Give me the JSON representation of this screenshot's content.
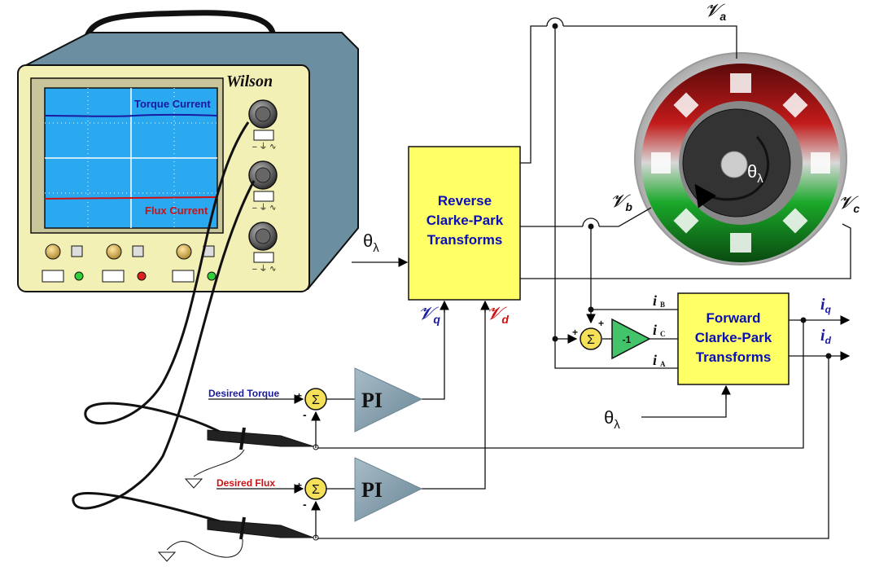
{
  "scope": {
    "brand": "Wilson",
    "trace1_label": "Torque Current",
    "trace2_label": "Flux Current"
  },
  "reverse_block": {
    "line1": "Reverse",
    "line2": "Clarke-Park",
    "line3": "Transforms"
  },
  "forward_block": {
    "line1": "Forward",
    "line2": "Clarke-Park",
    "line3": "Transforms"
  },
  "signals": {
    "theta": "θ",
    "theta_sub": "λ",
    "vq": "𝓥",
    "vq_sub": "q",
    "vd": "𝓥",
    "vd_sub": "d",
    "va": "𝓥",
    "va_sub": "a",
    "vb": "𝓥",
    "vb_sub": "b",
    "vc": "𝓥",
    "vc_sub": "c",
    "iB": "i",
    "iB_sub": "B",
    "iC": "i",
    "iC_sub": "C",
    "iA": "i",
    "iA_sub": "A",
    "iq": "i",
    "iq_sub": "q",
    "id": "i",
    "id_sub": "d",
    "desired_torque": "Desired Torque",
    "desired_flux": "Desired Flux",
    "pi": "PI",
    "gain": "-1",
    "sigma": "Σ",
    "plus": "+",
    "minus": "-"
  },
  "colors": {
    "block_fill": "#ffff66",
    "block_text": "#0a10b8",
    "scope_screen": "#2aa8f0",
    "torque_trace": "#1a1aa0",
    "flux_trace": "#d01010",
    "scope_body": "#f3f0b5",
    "scope_case": "#6b8ea0",
    "pi_fill": "#8aa4b4",
    "gain_fill": "#44c46a",
    "sum_fill": "#f5e05a",
    "motor_red": "#c21a1a",
    "motor_green": "#1aa82a"
  }
}
